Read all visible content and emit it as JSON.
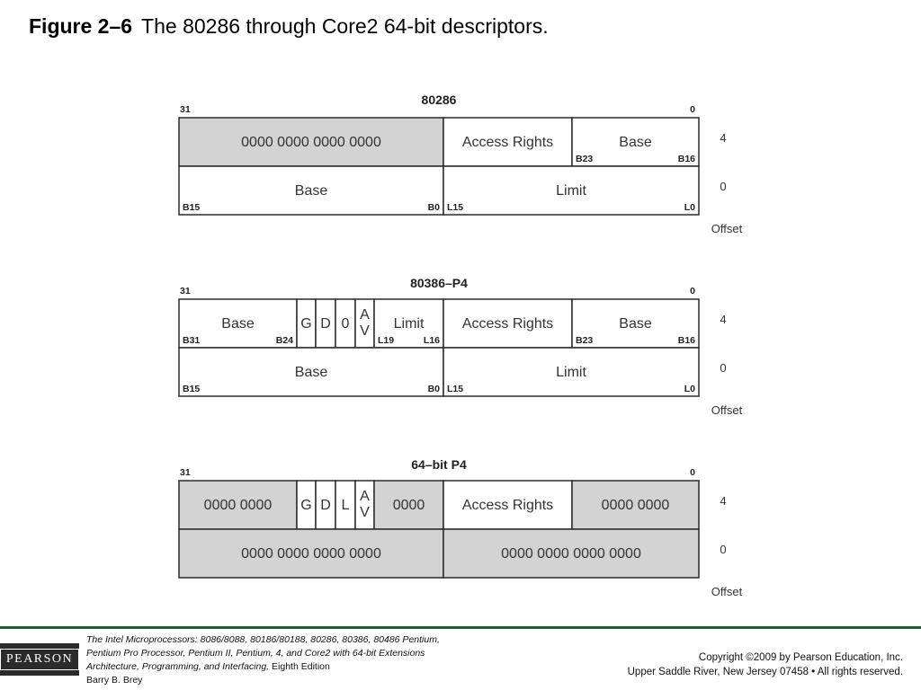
{
  "title": {
    "figure_label": "Figure 2–6",
    "caption": "The 80286 through Core2 64-bit descriptors."
  },
  "descriptors": [
    {
      "heading": "80286",
      "bit_high": "31",
      "bit_low": "0",
      "row_upper": {
        "offset": "4",
        "fields": [
          {
            "text": "0000 0000 0000 0000",
            "shaded": true,
            "sub_left": "",
            "sub_right": ""
          },
          {
            "text": "Access Rights",
            "shaded": false,
            "sub_left": "",
            "sub_right": ""
          },
          {
            "text": "Base",
            "shaded": false,
            "sub_left": "B23",
            "sub_right": "B16"
          }
        ]
      },
      "row_lower": {
        "offset": "0",
        "fields": [
          {
            "text": "Base",
            "shaded": false,
            "sub_left": "B15",
            "sub_right": "B0"
          },
          {
            "text": "Limit",
            "shaded": false,
            "sub_left": "L15",
            "sub_right": "L0"
          }
        ]
      },
      "offset_label": "Offset"
    },
    {
      "heading": "80386–P4",
      "bit_high": "31",
      "bit_low": "0",
      "row_upper": {
        "offset": "4",
        "fields": [
          {
            "text": "Base",
            "shaded": false,
            "sub_left": "B31",
            "sub_right": "B24"
          },
          {
            "text": "G",
            "shaded": false,
            "sub_left": "",
            "sub_right": ""
          },
          {
            "text": "D",
            "shaded": false,
            "sub_left": "",
            "sub_right": ""
          },
          {
            "text": "0",
            "shaded": false,
            "sub_left": "",
            "sub_right": ""
          },
          {
            "text": "A V",
            "shaded": false,
            "sub_left": "",
            "sub_right": ""
          },
          {
            "text": "Limit",
            "shaded": false,
            "sub_left": "L19",
            "sub_right": "L16"
          },
          {
            "text": "Access Rights",
            "shaded": false,
            "sub_left": "",
            "sub_right": ""
          },
          {
            "text": "Base",
            "shaded": false,
            "sub_left": "B23",
            "sub_right": "B16"
          }
        ]
      },
      "row_lower": {
        "offset": "0",
        "fields": [
          {
            "text": "Base",
            "shaded": false,
            "sub_left": "B15",
            "sub_right": "B0"
          },
          {
            "text": "Limit",
            "shaded": false,
            "sub_left": "L15",
            "sub_right": "L0"
          }
        ]
      },
      "offset_label": "Offset"
    },
    {
      "heading": "64–bit P4",
      "bit_high": "31",
      "bit_low": "0",
      "row_upper": {
        "offset": "4",
        "fields": [
          {
            "text": "0000 0000",
            "shaded": true,
            "sub_left": "",
            "sub_right": ""
          },
          {
            "text": "G",
            "shaded": false,
            "sub_left": "",
            "sub_right": ""
          },
          {
            "text": "D",
            "shaded": false,
            "sub_left": "",
            "sub_right": ""
          },
          {
            "text": "L",
            "shaded": false,
            "sub_left": "",
            "sub_right": ""
          },
          {
            "text": "A V",
            "shaded": false,
            "sub_left": "",
            "sub_right": ""
          },
          {
            "text": "0000",
            "shaded": true,
            "sub_left": "",
            "sub_right": ""
          },
          {
            "text": "Access Rights",
            "shaded": false,
            "sub_left": "",
            "sub_right": ""
          },
          {
            "text": "0000 0000",
            "shaded": true,
            "sub_left": "",
            "sub_right": ""
          }
        ]
      },
      "row_lower": {
        "offset": "0",
        "fields": [
          {
            "text": "0000 0000 0000 0000",
            "shaded": true,
            "sub_left": "",
            "sub_right": ""
          },
          {
            "text": "0000 0000 0000 0000",
            "shaded": true,
            "sub_left": "",
            "sub_right": ""
          }
        ]
      },
      "offset_label": "Offset"
    }
  ],
  "footer": {
    "logo_text": "PEARSON",
    "book_line1_italic": "The Intel Microprocessors:",
    "book_line1_rest": "8086/8088, 80186/80188, 80286, 80386, 80486 Pentium,",
    "book_line2": "Pentium Pro Processor, Pentium II, Pentium, 4, and Core2 with 64-bit Extensions",
    "book_line3_italic": "Architecture, Programming, and Interfacing,",
    "book_line3_rest": "Eighth Edition",
    "book_line4": "Barry B. Brey",
    "copyright_line1": "Copyright ©2009 by Pearson Education, Inc.",
    "copyright_line2": "Upper Saddle River, New Jersey 07458 • All rights reserved."
  },
  "colors": {
    "shaded_fill": "#d3d3d3",
    "border": "#2a2a2a",
    "footer_rule": "#1a5e2a"
  }
}
